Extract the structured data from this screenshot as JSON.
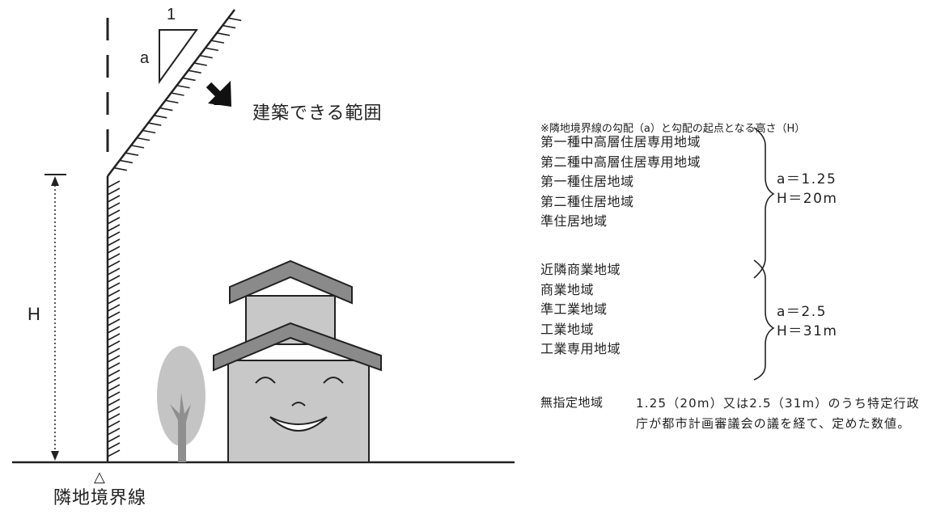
{
  "diagram": {
    "slope_run_label": "1",
    "slope_rise_label": "a",
    "allowed_range_label": "建築できる範囲",
    "height_label": "H",
    "boundary_mark": "△",
    "boundary_label": "隣地境界線"
  },
  "legend": {
    "note": "※隣地境界線の勾配（a）と勾配の起点となる高さ（H）",
    "groups": [
      {
        "zones": [
          "第一種中高層住居専用地域",
          "第二種中高層住居専用地域",
          "第一種住居地域",
          "第二種住居地域",
          "準住居地域"
        ],
        "a_value": "a＝1.25",
        "h_value": "H＝20m"
      },
      {
        "zones": [
          "近隣商業地域",
          "商業地域",
          "準工業地域",
          "工業地域",
          "工業専用地域"
        ],
        "a_value": "a＝2.5",
        "h_value": "H＝31m"
      }
    ],
    "unspecified_label": "無指定地域",
    "unspecified_text": "1.25（20m）又は2.5（31m）のうち特定行政庁が都市計画審議会の議を経て、定めた数値。"
  }
}
